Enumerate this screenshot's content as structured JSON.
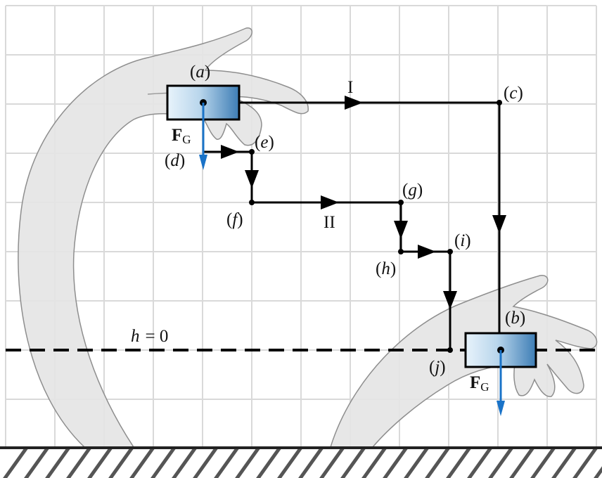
{
  "points": {
    "a": "a",
    "b": "b",
    "c": "c",
    "d": "d",
    "e": "e",
    "f": "f",
    "g": "g",
    "h": "h",
    "i": "i",
    "j": "j"
  },
  "paths": {
    "path_1": "I",
    "path_2": "II"
  },
  "reference": {
    "h_label": "h",
    "equals": "= 0"
  },
  "force": {
    "symbol": "F",
    "subscript": "G"
  },
  "colors": {
    "path_line": "#000000",
    "force_arrow": "#1a73c8",
    "grid": "#d8d8d8",
    "hand_fill": "#e6e6e6",
    "hand_stroke": "#8c8c8c",
    "block_light": "#e6f1fa",
    "block_dark": "#3f7fb7",
    "ground_hatch": "#555555"
  }
}
